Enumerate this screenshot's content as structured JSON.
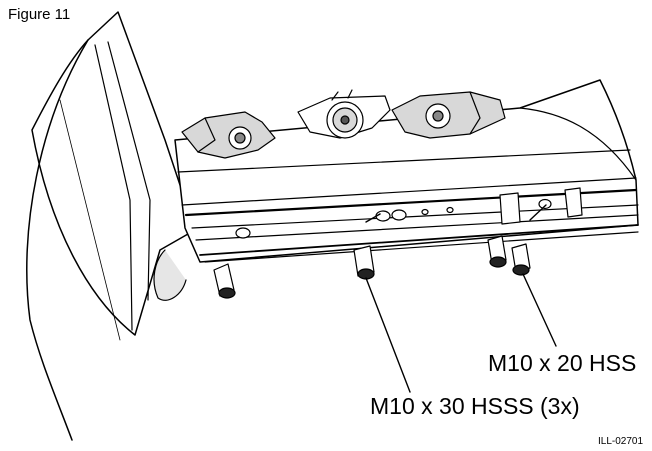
{
  "figure": {
    "title": "Figure 11",
    "illustration_code": "ILL-02701"
  },
  "callouts": [
    {
      "text": "M10 x 20 HSS"
    },
    {
      "text": "M10 x 30 HSSS (3x)"
    }
  ],
  "colors": {
    "line": "#000000",
    "background": "#ffffff",
    "shade": "#d8d8d8"
  }
}
